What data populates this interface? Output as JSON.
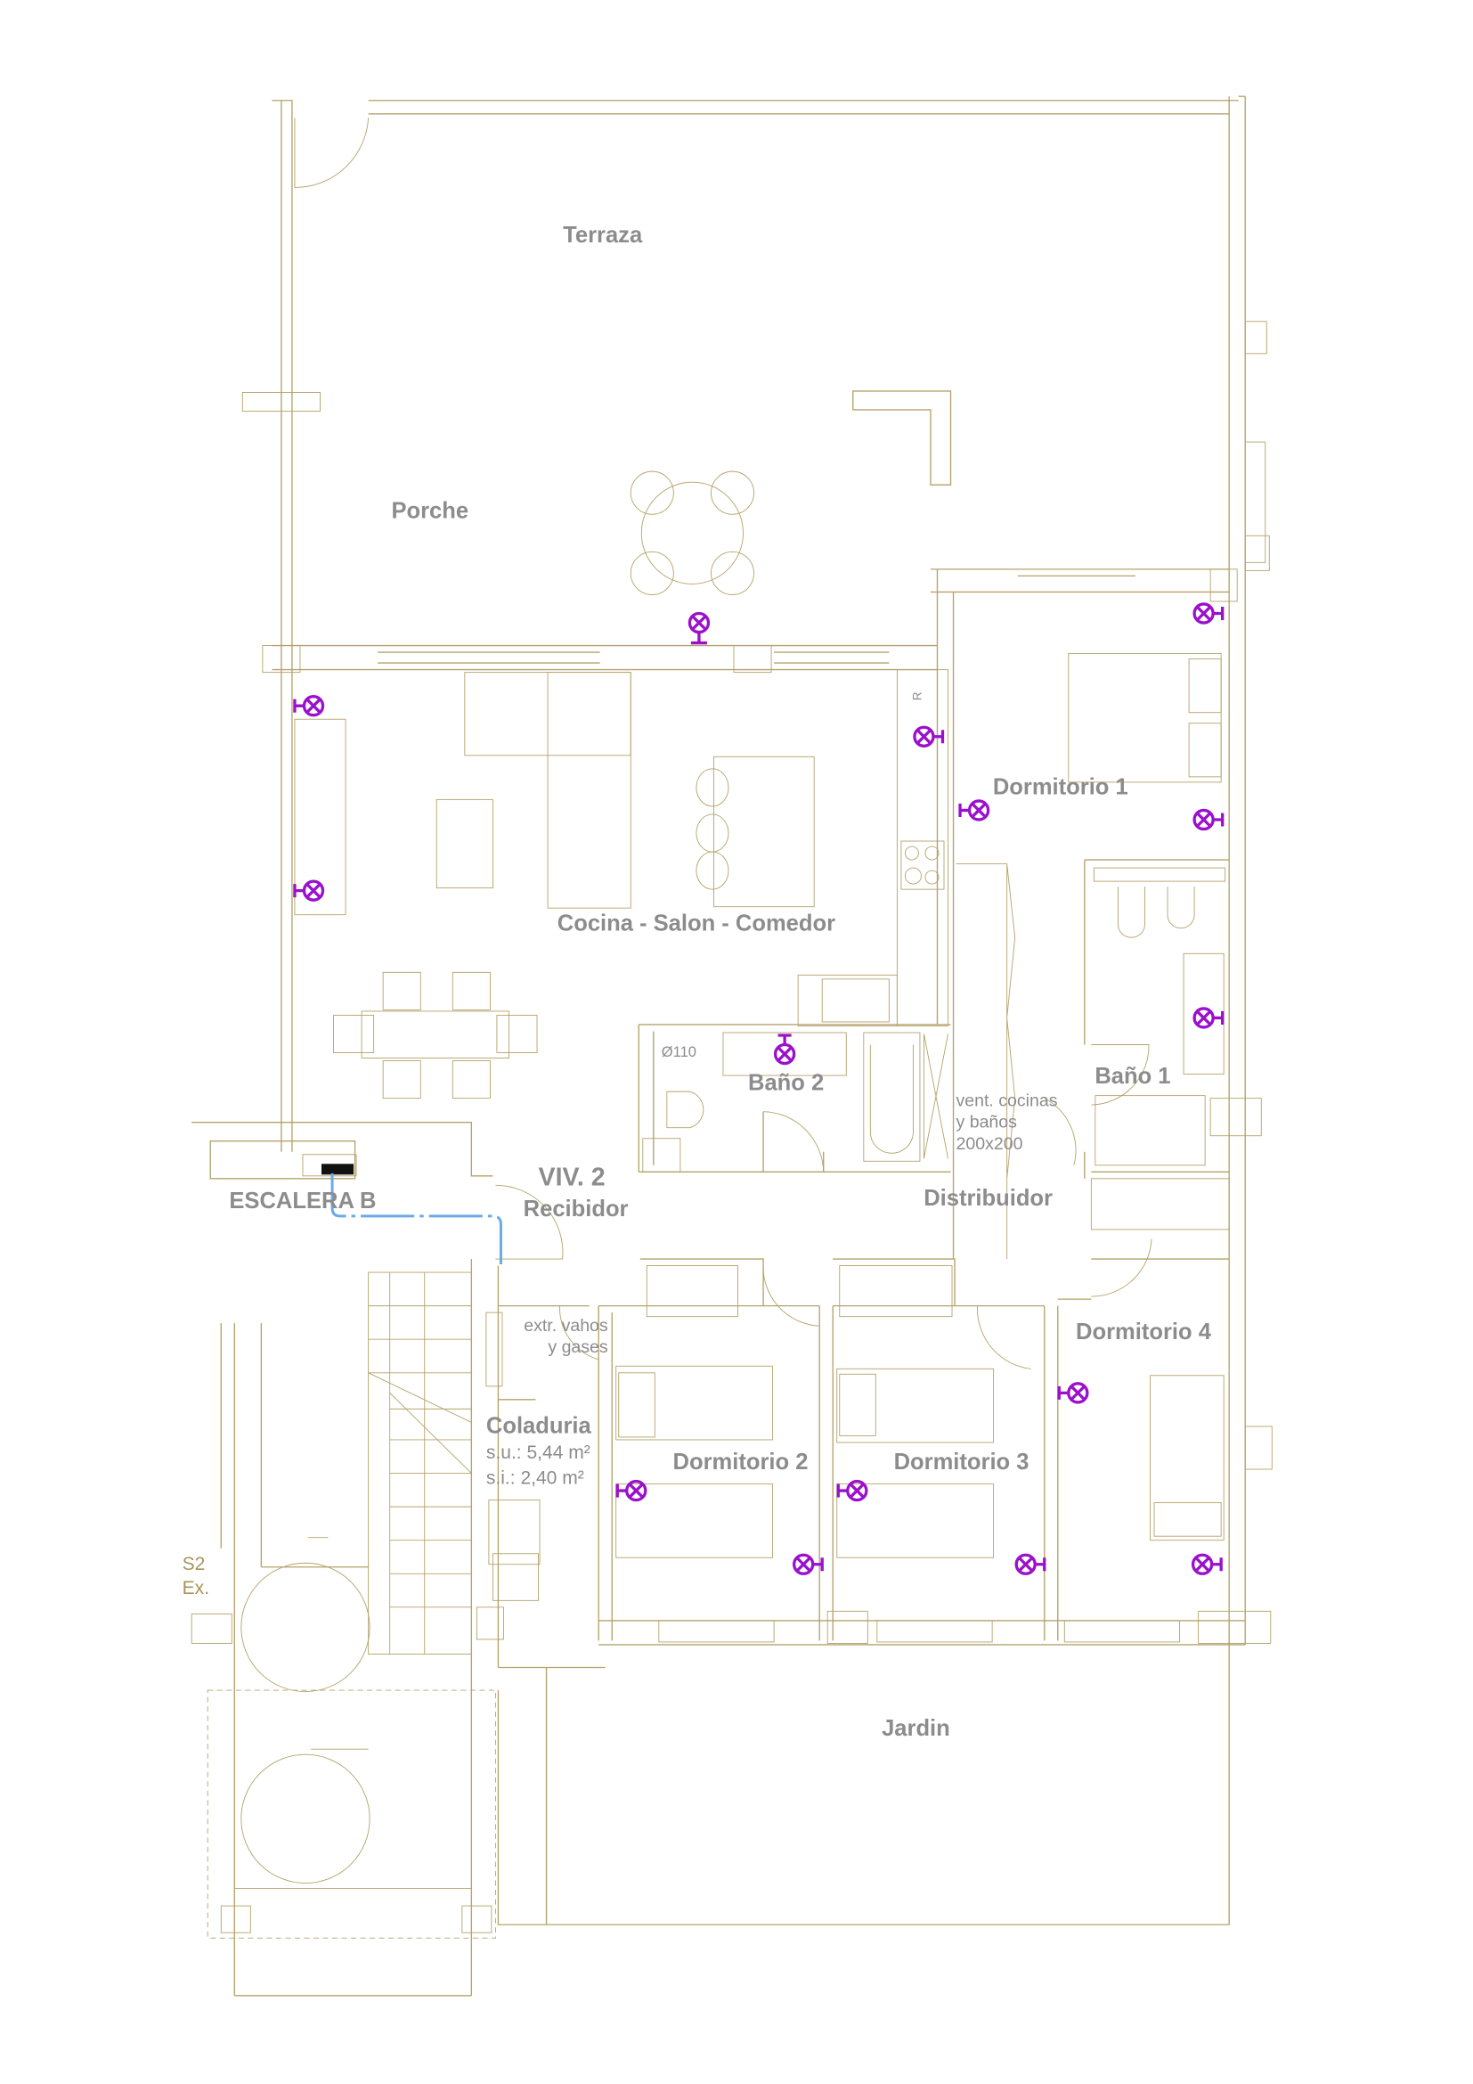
{
  "plan": {
    "rooms": {
      "terraza": "Terraza",
      "porche": "Porche",
      "cocina": "Cocina - Salon - Comedor",
      "dorm1": "Dormitorio 1",
      "bano1": "Baño 1",
      "bano2": "Baño 2",
      "viv": "VIV. 2",
      "recibidor": "Recibidor",
      "distribuidor": "Distribuidor",
      "escalera": "ESCALERA B",
      "dorm4": "Dormitorio 4",
      "dorm2": "Dormitorio 2",
      "dorm3": "Dormitorio 3",
      "jardin": "Jardin",
      "coladuria": "Coladuria"
    },
    "notes": {
      "su": "s.u.: 5,44  m²",
      "si": "s.i.: 2,40  m²",
      "extr1": "extr. vahos",
      "extr2": "y gases",
      "vent1": "vent. cocinas",
      "vent2": "y baños",
      "vent3": "200x200",
      "diam": "Ø110",
      "fridge": "R",
      "s2": "S2",
      "ex": "Ex."
    },
    "colors": {
      "walls": "#b5a26a",
      "text": "#8c8c8c",
      "fixtures": "#9a10cc",
      "pipe": "#6aaae6"
    }
  }
}
